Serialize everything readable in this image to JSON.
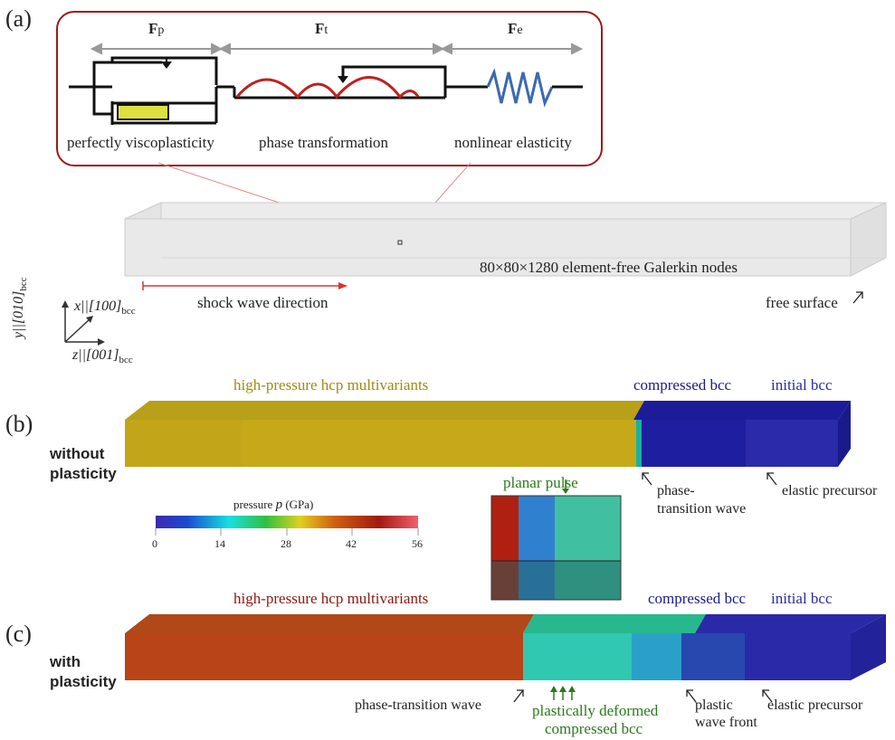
{
  "panel_a": {
    "label": "(a)",
    "sections": [
      {
        "symbol": "F",
        "sub": "p",
        "caption": "perfectly viscoplasticity"
      },
      {
        "symbol": "F",
        "sub": "t",
        "caption": "phase transformation"
      },
      {
        "symbol": "F",
        "sub": "e",
        "caption": "nonlinear elasticity"
      }
    ],
    "nodes_text": "80×80×1280 element-free Galerkin nodes",
    "shock_text": "shock wave direction",
    "free_surface": "free surface",
    "axes": {
      "y": "y||[010]",
      "y_sub": "bcc",
      "x": "x||[100]",
      "x_sub": "bcc",
      "z": "z||[001]",
      "z_sub": "bcc"
    }
  },
  "panel_b": {
    "label": "(b)",
    "title": "without\nplasticity",
    "title_line1": "without",
    "title_line2": "plasticity",
    "hcp": "high-pressure hcp multivariants",
    "compressed": "compressed bcc",
    "initial": "initial bcc",
    "wave1_line1": "phase-",
    "wave1_line2": "transition wave",
    "precursor": "elastic precursor"
  },
  "colorbar": {
    "title": "pressure",
    "var": "p",
    "unit": "(GPa)",
    "ticks": [
      "0",
      "14",
      "28",
      "42",
      "56"
    ]
  },
  "inset_pulse": {
    "label": "planar pulse"
  },
  "panel_c": {
    "label": "(c)",
    "title_line1": "with",
    "title_line2": "plasticity",
    "hcp": "high-pressure hcp multivariants",
    "compressed": "compressed bcc",
    "initial": "initial bcc",
    "phase_wave": "phase-transition wave",
    "plastic_line1": "plastically deformed",
    "plastic_line2": "compressed bcc",
    "plastic_front_line1": "plastic",
    "plastic_front_line2": "wave front",
    "precursor": "elastic precursor"
  },
  "colors": {
    "frame": "#a01818",
    "hcp_text": "#a08a10",
    "bcc_text": "#1a1a8a",
    "hcp_c_text": "#8a1a10",
    "green_text": "#2a7a1a",
    "spring": "#3a6ab0",
    "arc": "#c02020",
    "dashpot": "#dde040"
  }
}
